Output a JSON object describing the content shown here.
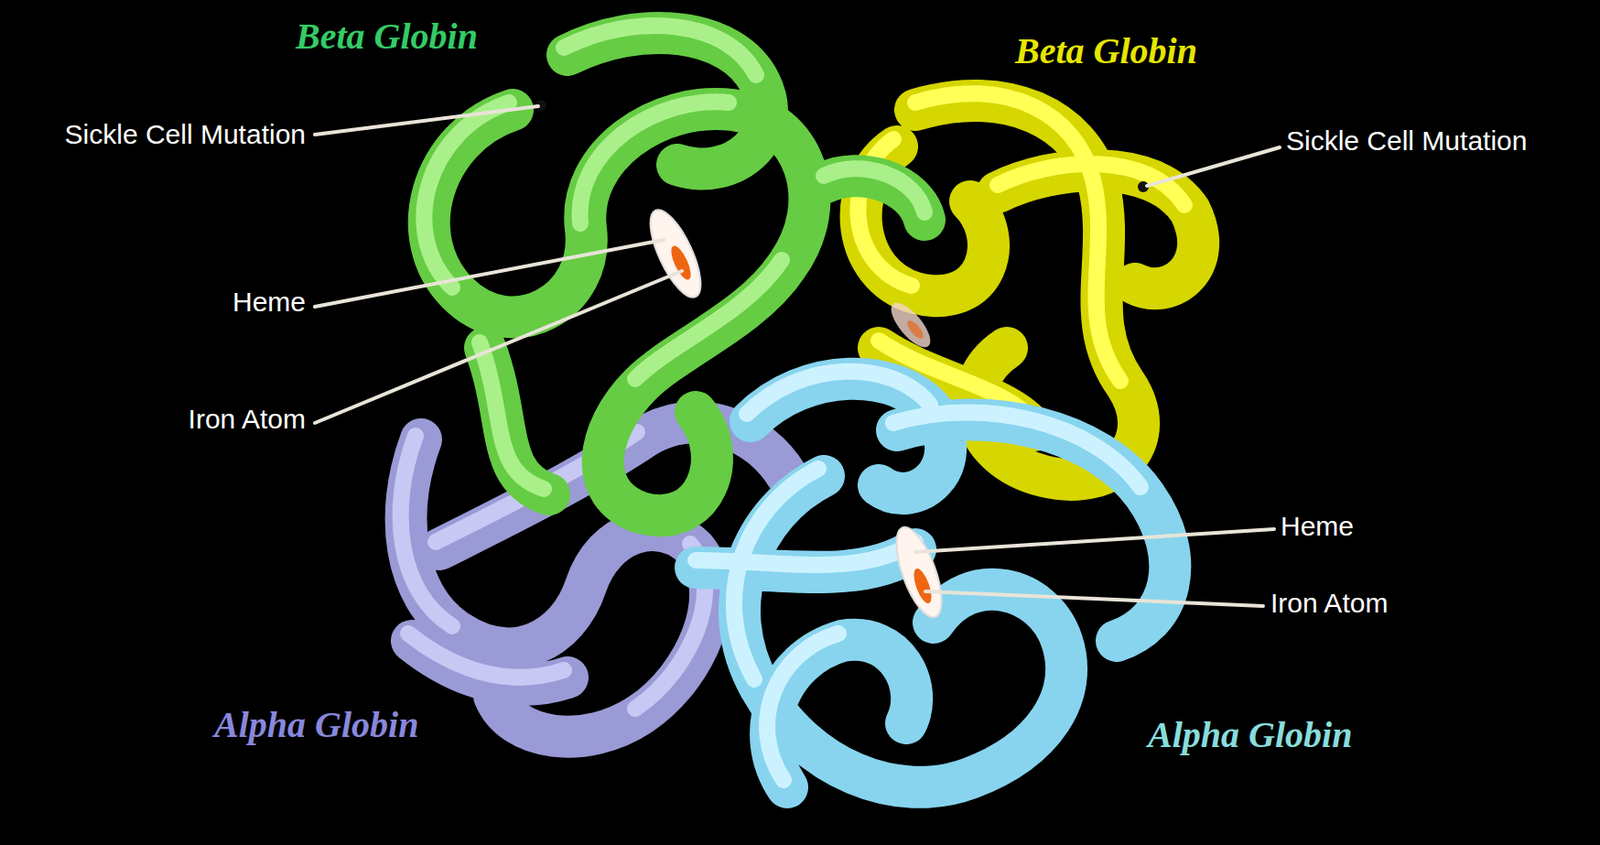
{
  "diagram": {
    "labels": [
      "Beta Globin",
      "Beta Globin",
      "Sickle Cell Mutation",
      "Sickle Cell Mutation",
      "Heme",
      "Iron Atom",
      "Heme",
      "Iron Atom",
      "Alpha Globin",
      "Alpha Globin"
    ]
  }
}
